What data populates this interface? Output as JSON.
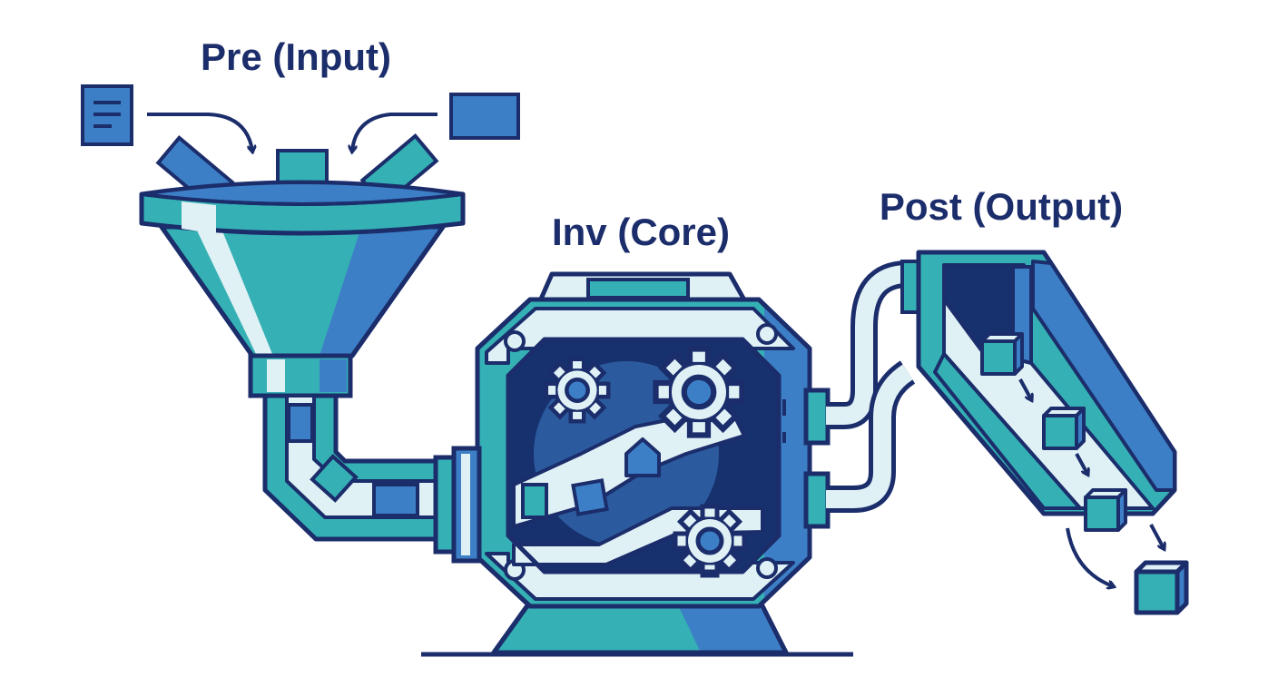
{
  "labels": {
    "pre": "Pre (Input)",
    "inv": "Inv (Core)",
    "post": "Post (Output)"
  },
  "colors": {
    "outline": "#1b2d6b",
    "teal": "#35b0b4",
    "blue": "#3d7fc6",
    "light": "#dff1f5",
    "deep": "#17306e"
  },
  "icons": [
    "document-icon",
    "gear-icon",
    "cube-icon",
    "arrow-icon",
    "funnel-icon",
    "chute-icon"
  ]
}
